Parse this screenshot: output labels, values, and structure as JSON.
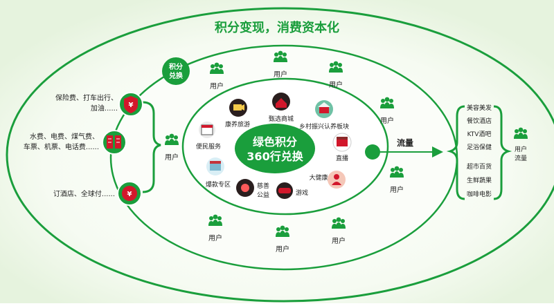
{
  "title": "积分变现，消费资本化",
  "badge": "积分\n兑换",
  "center": {
    "line1": "绿色积分",
    "line2": "360行兑换"
  },
  "user_label": "用户",
  "left_items": [
    {
      "icon": "yen-shield-icon",
      "lines": [
        "保险费、打车出行、",
        "加油......"
      ]
    },
    {
      "icon": "bills-icon",
      "lines": [
        "水费、电费、煤气费、",
        "车票、机票、电话费......"
      ]
    },
    {
      "icon": "yen-card-icon",
      "lines": [
        "订酒店、全球付......"
      ]
    }
  ],
  "inner_nodes": [
    {
      "label": "甄选商城",
      "icon": "house-icon"
    },
    {
      "label": "康养旅游",
      "icon": "video-icon"
    },
    {
      "label": "乡村振兴认养板块",
      "icon": "farm-icon"
    },
    {
      "label": "便民服务",
      "icon": "browser-icon"
    },
    {
      "label": "直播",
      "icon": "shop-icon"
    },
    {
      "label": "爆款专区",
      "icon": "store-icon"
    },
    {
      "label": "大健康",
      "icon": "person-icon"
    },
    {
      "label": "慈善\n公益",
      "icon": "charity-icon"
    },
    {
      "label": "游戏",
      "icon": "gamepad-icon"
    }
  ],
  "flow_label": "流量",
  "right_list": [
    "美容美发",
    "餐饮酒店",
    "KTV酒吧",
    "足浴保健",
    "超市百货",
    "生鲜蔬果",
    "咖啡电影"
  ],
  "right_user": "用户\n流量",
  "colors": {
    "green": "#1a9e3c",
    "dark": "#222222",
    "accent_red": "#d2172b",
    "light_green_bg": "#eef7e8"
  }
}
